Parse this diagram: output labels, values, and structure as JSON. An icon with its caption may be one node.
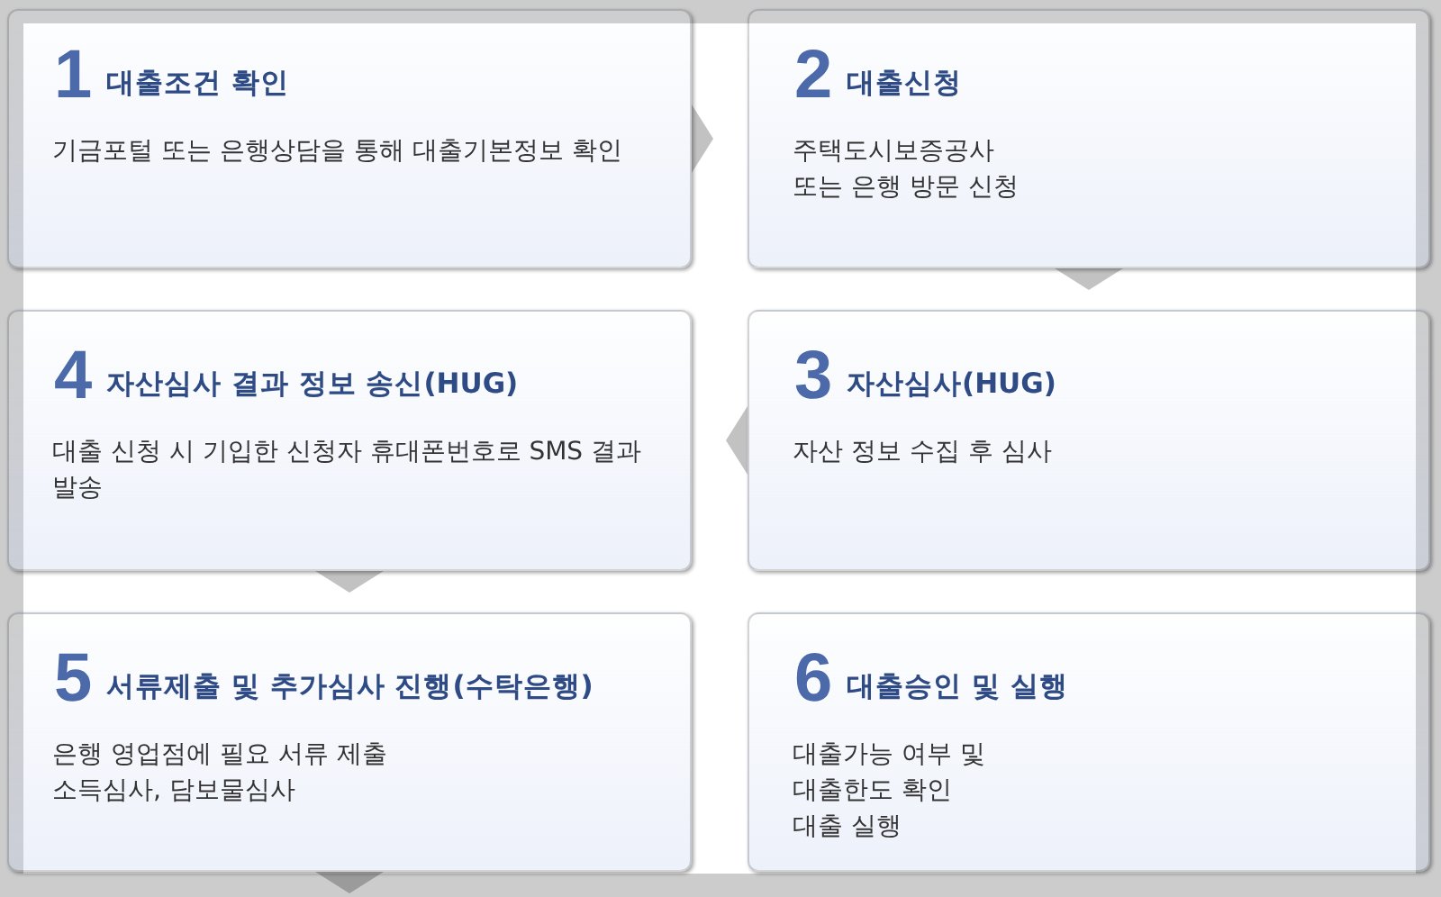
{
  "diagram": {
    "nodes": [
      {
        "text": [
          "1",
          "대출조건 확인",
          "기금포털 또는 은행상담을 통해 대출기본정보 확인"
        ]
      },
      {
        "text": [
          "2",
          "대출신청",
          "주택도시보증공사 또는 은행 방문 신청"
        ]
      },
      {
        "text": [
          "3",
          "자산심사(HUG)",
          "자산 정보 수집 후 심사"
        ]
      },
      {
        "text": [
          "4",
          "자산심사 결과 정보 송신(HUG)",
          "대출 신청 시 기입한 신청자 휴대폰번호로 SMS 결과 발송"
        ]
      },
      {
        "text": [
          "5",
          "서류제출 및 추가심사 진행(수탁은행)",
          "은행 영업점에 필요 서류 제출 소득심사, 담보물심사"
        ]
      },
      {
        "text": [
          "6",
          "대출승인 및 실행",
          "대출가능 여부 및 대출한도 확인 대출 실행"
        ]
      }
    ],
    "edges": [
      {
        "from": 0,
        "to": 1,
        "arrow": "to"
      },
      {
        "from": 1,
        "to": 2,
        "arrow": "to"
      },
      {
        "from": 2,
        "to": 3,
        "arrow": "to"
      },
      {
        "from": 3,
        "to": 4,
        "arrow": "to"
      },
      {
        "from": 4,
        "to": null,
        "arrow": "to"
      }
    ]
  }
}
